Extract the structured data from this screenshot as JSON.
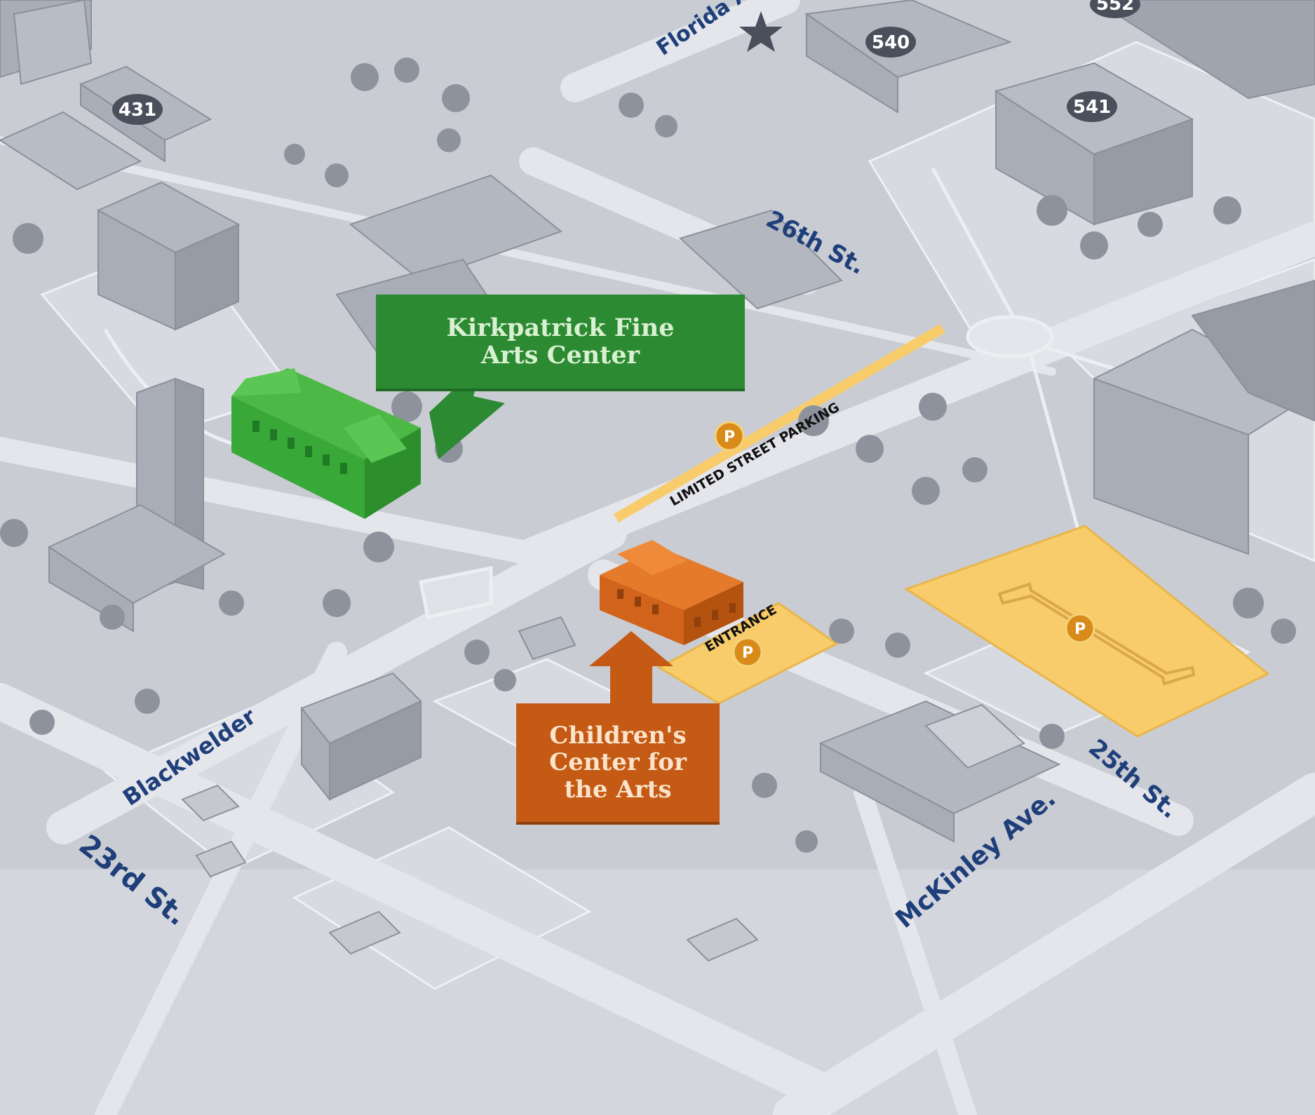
{
  "streets": {
    "florida": "Florida A",
    "st26": "26th St.",
    "st25": "25th St.",
    "st23": "23rd St.",
    "blackwelder": "Blackwelder",
    "mckinley": "McKinley Ave."
  },
  "buildings": {
    "b431": "431",
    "b540": "540",
    "b541": "541",
    "b552": "552"
  },
  "parking": {
    "symbol": "P",
    "limited_street": "LIMITED STREET PARKING",
    "entrance": "ENTRANCE"
  },
  "callouts": {
    "kirkpatrick": {
      "line1": "Kirkpatrick Fine",
      "line2": "Arts Center"
    },
    "childrens": {
      "line1": "Children's",
      "line2": "Center for",
      "line3": "the Arts"
    }
  },
  "colors": {
    "ground": "#c9ccd3",
    "road": "#e4e6eb",
    "building": "#a9adb7",
    "tree": "#8d929c",
    "kirkpatrick_green": "#2c8a32",
    "childrens_orange": "#c45a14",
    "parking_yellow": "#f8cc6a",
    "parking_marker": "#d98b1a",
    "street_label": "#1f3f7a"
  },
  "markers": {
    "landmark": "star-icon"
  }
}
